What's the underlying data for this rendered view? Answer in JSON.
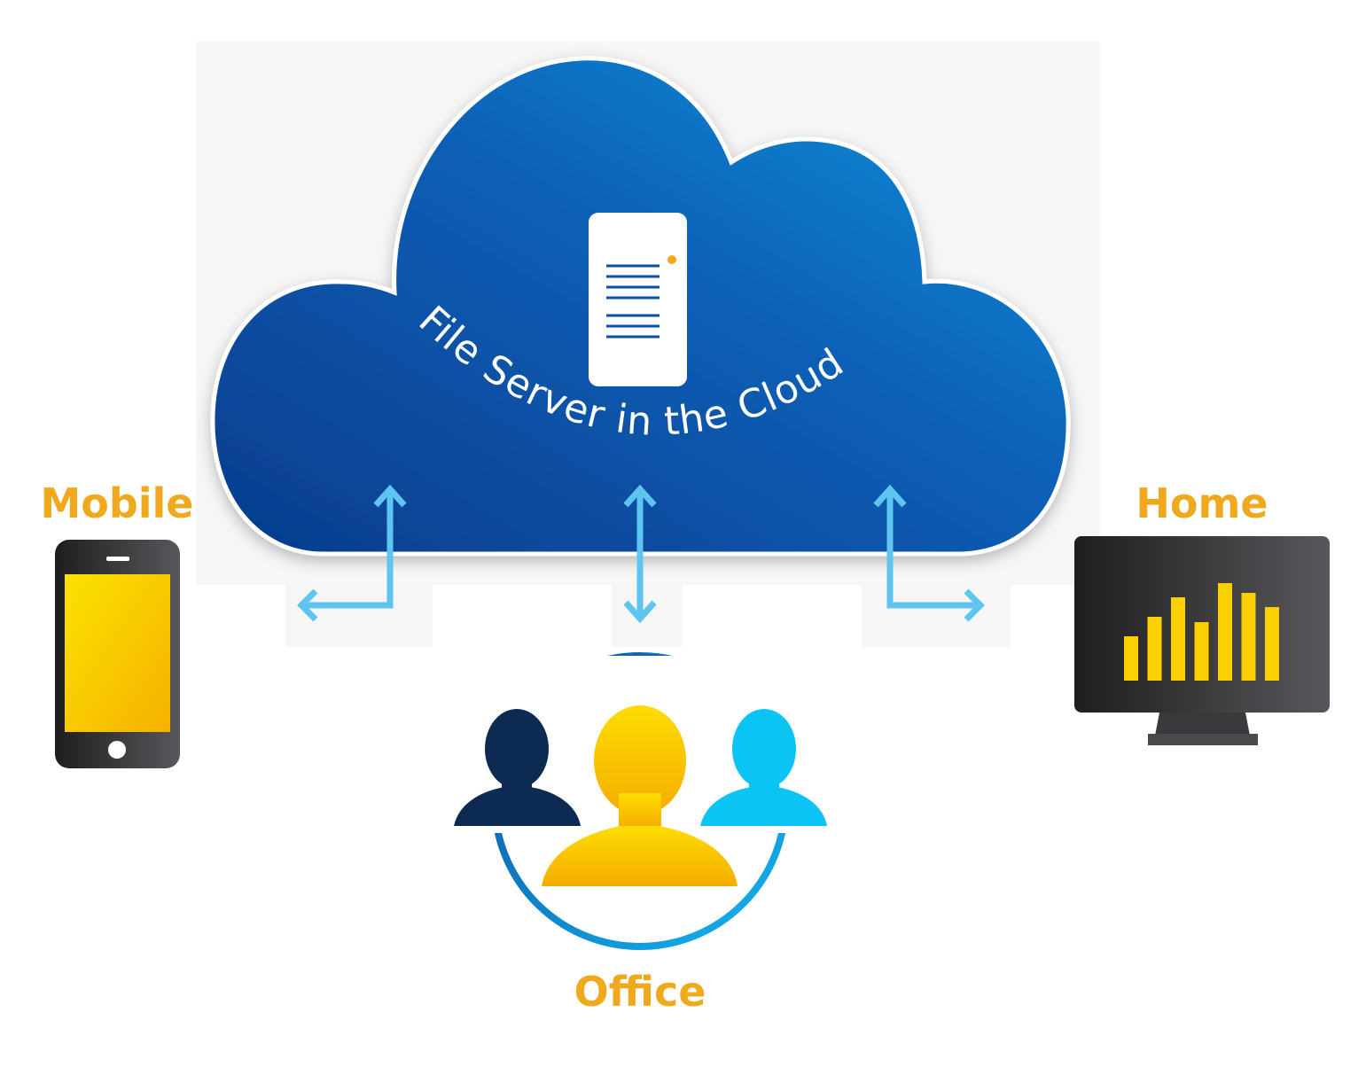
{
  "cloud": {
    "label": "File Server in the Cloud"
  },
  "nodes": {
    "mobile": {
      "label": "Mobile"
    },
    "home": {
      "label": "Home"
    },
    "office": {
      "label": "Office"
    }
  },
  "colors": {
    "label": "#f0a81c",
    "cloud_dark": "#0a3f8f",
    "cloud_light": "#0a8ad8",
    "arrow": "#5ec4f0",
    "screen_yellow": "#fcd000",
    "device_dark": "#333336",
    "person_navy": "#0d2a52",
    "person_yellow": "#fcc200",
    "person_cyan": "#0cc4f4"
  },
  "home_screen_chart": {
    "bar_levels": [
      0.45,
      0.65,
      0.85,
      0.6,
      1.0,
      0.9,
      0.75
    ]
  },
  "icons": [
    "server-icon",
    "smartphone-icon",
    "monitor-icon",
    "people-group-icon",
    "bidirectional-arrow-icon"
  ]
}
